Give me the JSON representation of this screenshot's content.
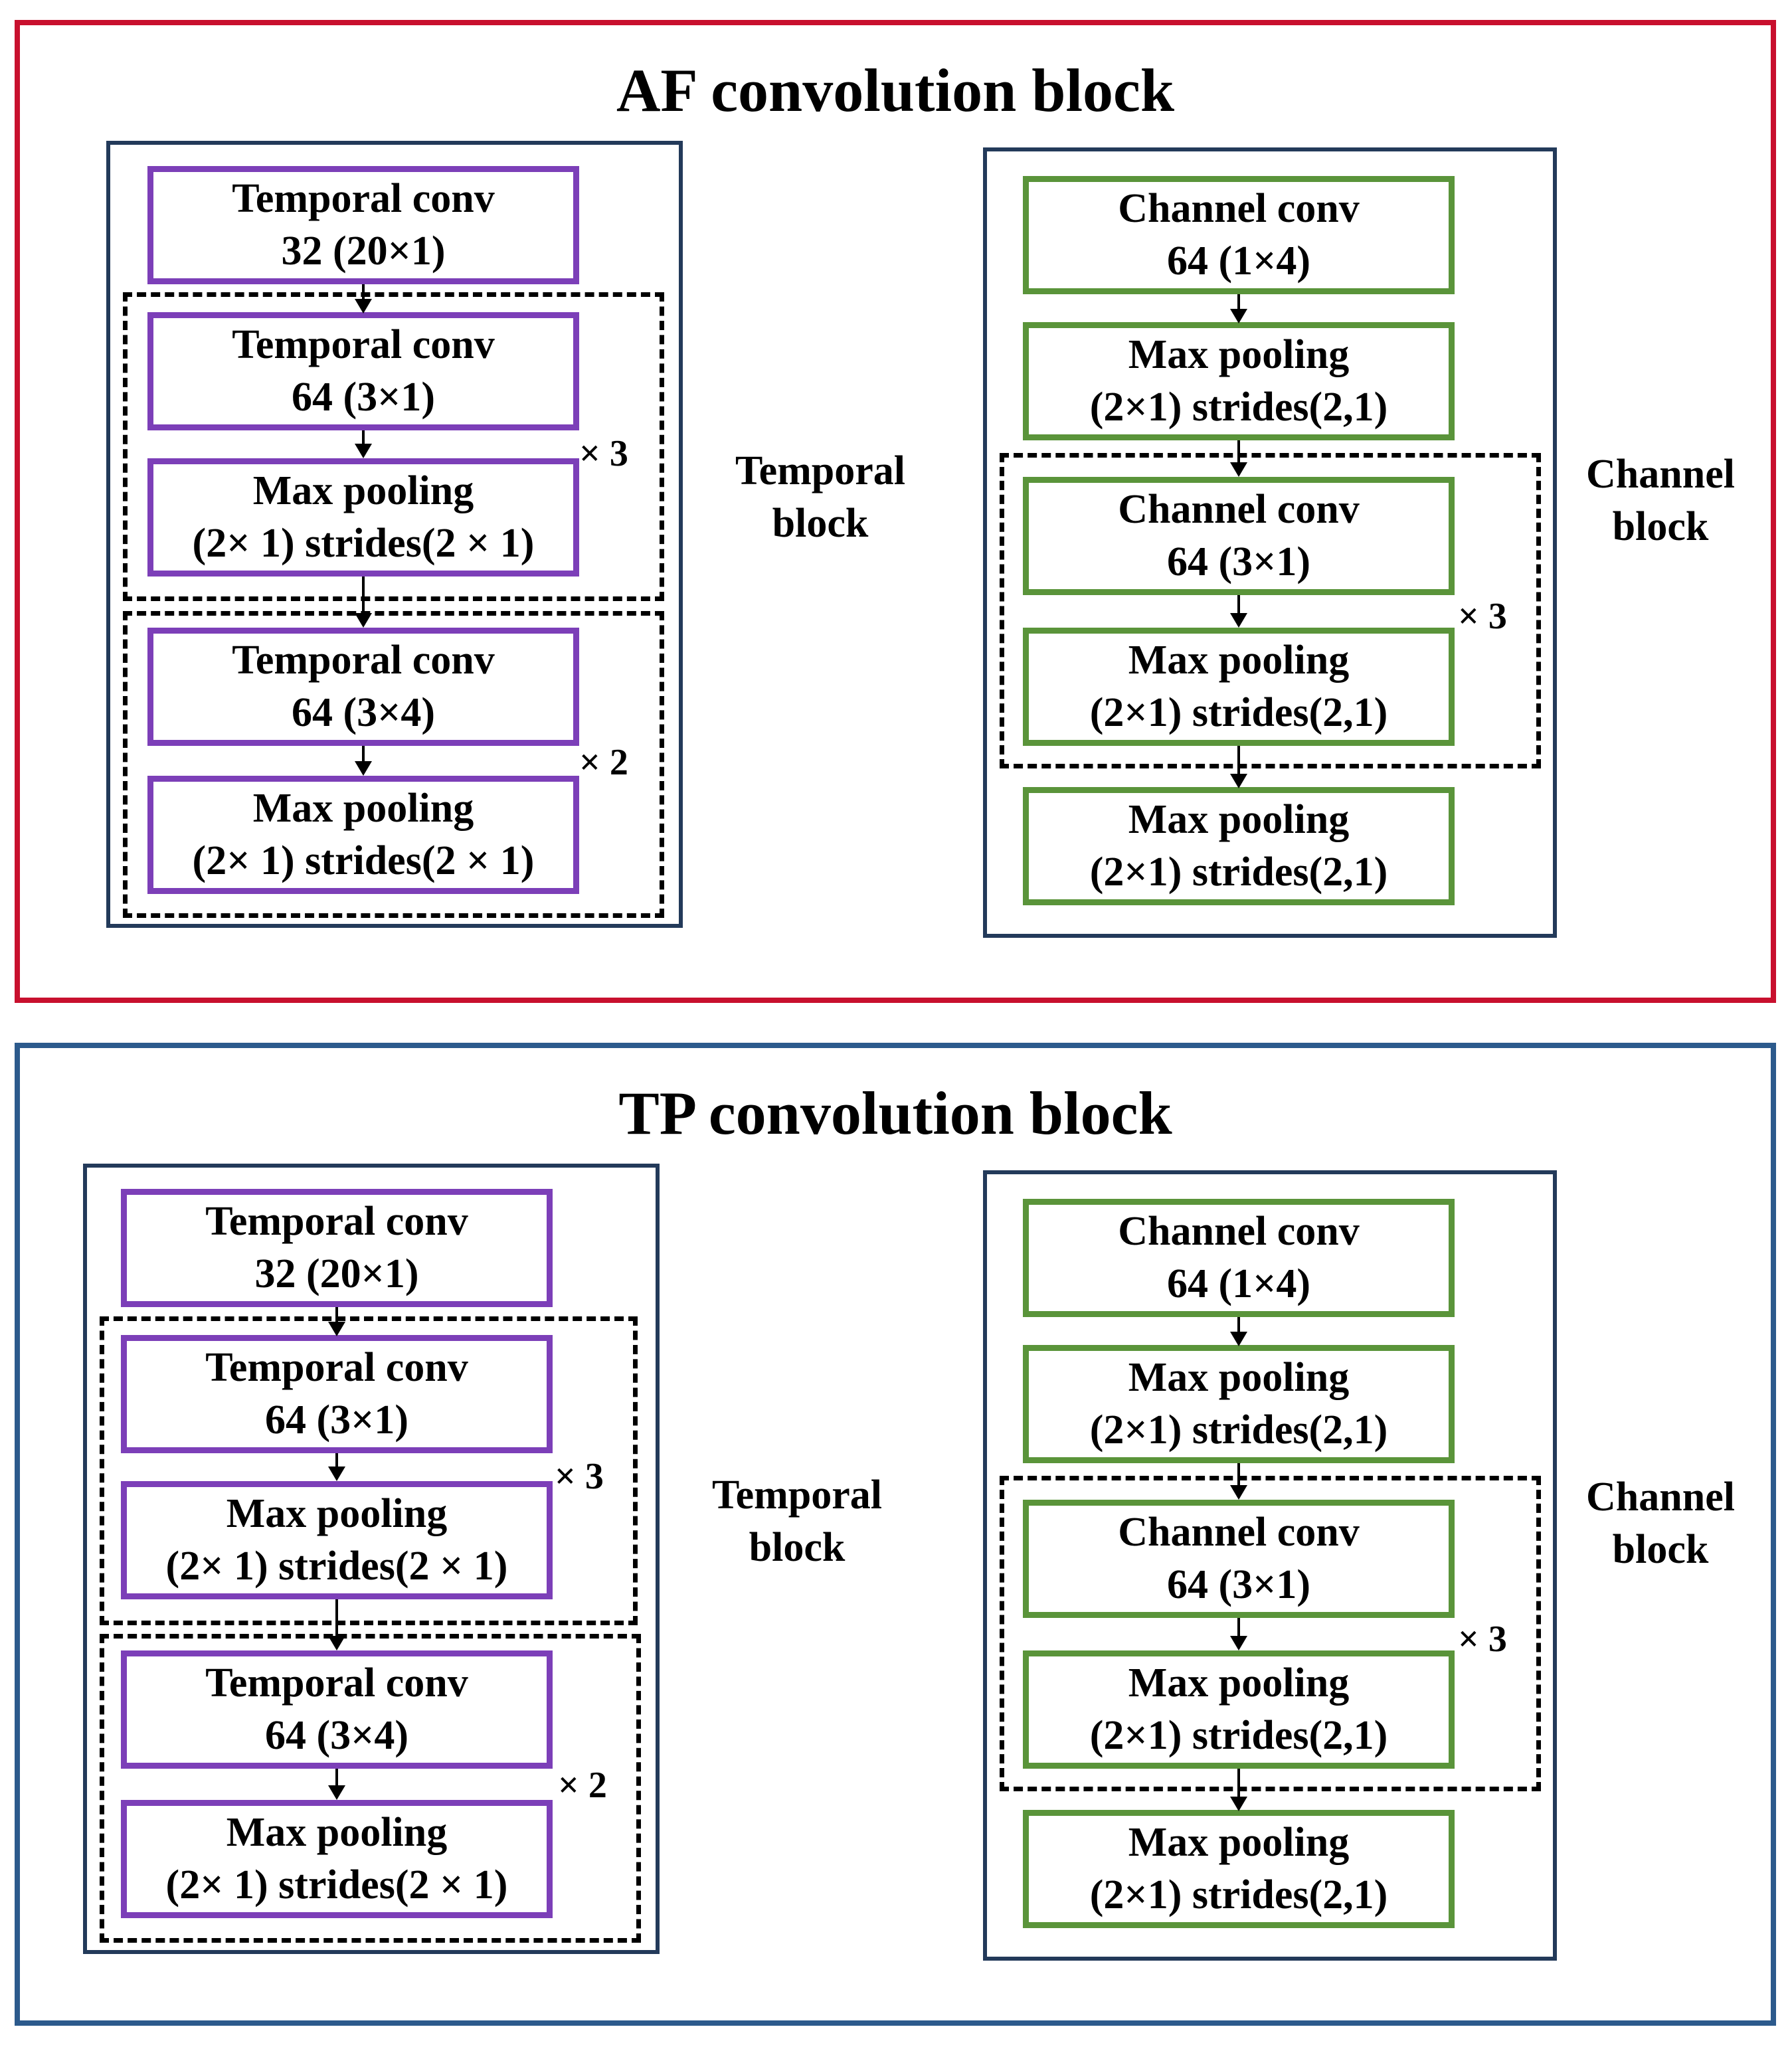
{
  "colors": {
    "af_panel_border": "#c8102e",
    "tp_panel_border": "#2c5a8c",
    "group_border": "#233a5a",
    "temporal_node_border": "#7c3fb8",
    "channel_node_border": "#5a943a",
    "repeat_box_border": "#000000"
  },
  "af": {
    "title": "AF convolution block",
    "temporal": {
      "label_line1": "Temporal",
      "label_line2": "block",
      "nodes": [
        {
          "line1": "Temporal conv",
          "line2": "32 (20×1)"
        },
        {
          "line1": "Temporal conv",
          "line2": "64 (3×1)"
        },
        {
          "line1": "Max pooling",
          "line2": "(2× 1) strides(2 × 1)"
        },
        {
          "line1": "Temporal conv",
          "line2": "64 (3×4)"
        },
        {
          "line1": "Max pooling",
          "line2": "(2× 1) strides(2 × 1)"
        }
      ],
      "repeat_1": "× 3",
      "repeat_2": "× 2"
    },
    "channel": {
      "label_line1": "Channel",
      "label_line2": "block",
      "nodes": [
        {
          "line1": "Channel conv",
          "line2": "64 (1×4)"
        },
        {
          "line1": "Max pooling",
          "line2": "(2×1) strides(2,1)"
        },
        {
          "line1": "Channel conv",
          "line2": "64 (3×1)"
        },
        {
          "line1": "Max pooling",
          "line2": "(2×1) strides(2,1)"
        },
        {
          "line1": "Max pooling",
          "line2": "(2×1) strides(2,1)"
        }
      ],
      "repeat_1": "× 3"
    }
  },
  "tp": {
    "title": "TP convolution block",
    "temporal": {
      "label_line1": "Temporal",
      "label_line2": "block",
      "nodes": [
        {
          "line1": "Temporal conv",
          "line2": "32 (20×1)"
        },
        {
          "line1": "Temporal conv",
          "line2": "64 (3×1)"
        },
        {
          "line1": "Max pooling",
          "line2": "(2× 1) strides(2 × 1)"
        },
        {
          "line1": "Temporal conv",
          "line2": "64 (3×4)"
        },
        {
          "line1": "Max pooling",
          "line2": "(2× 1) strides(2 × 1)"
        }
      ],
      "repeat_1": "× 3",
      "repeat_2": "× 2"
    },
    "channel": {
      "label_line1": "Channel",
      "label_line2": "block",
      "nodes": [
        {
          "line1": "Channel conv",
          "line2": "64 (1×4)"
        },
        {
          "line1": "Max pooling",
          "line2": "(2×1) strides(2,1)"
        },
        {
          "line1": "Channel conv",
          "line2": "64 (3×1)"
        },
        {
          "line1": "Max pooling",
          "line2": "(2×1) strides(2,1)"
        },
        {
          "line1": "Max pooling",
          "line2": "(2×1) strides(2,1)"
        }
      ],
      "repeat_1": "× 3"
    }
  }
}
